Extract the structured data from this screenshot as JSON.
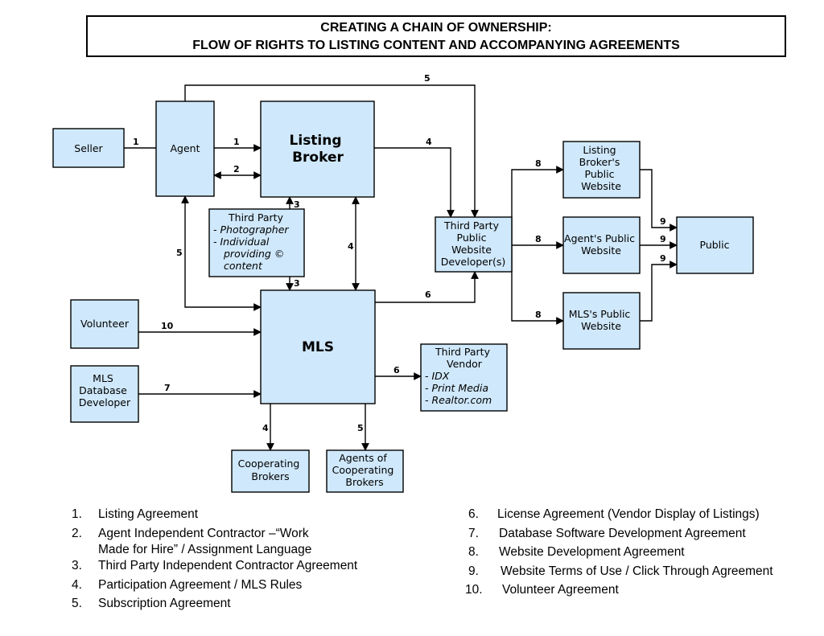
{
  "title": {
    "line1": "CREATING A CHAIN OF OWNERSHIP:",
    "line2": "FLOW OF RIGHTS TO LISTING CONTENT AND ACCOMPANYING AGREEMENTS"
  },
  "nodes": {
    "seller": [
      "Seller"
    ],
    "agent": [
      "Agent"
    ],
    "listing_broker": [
      "Listing",
      "Broker"
    ],
    "third_party_photo": {
      "heading": "Third Party",
      "items": [
        "-  Photographer",
        "-  Individual",
        "providing ©",
        "content"
      ]
    },
    "third_party_web_dev": [
      "Third Party",
      "Public",
      "Website",
      "Developer(s)"
    ],
    "listing_broker_site": [
      "Listing",
      "Broker's",
      "Public",
      "Website"
    ],
    "agent_site": [
      "Agent's Public",
      "Website"
    ],
    "mls_site": [
      "MLS's Public",
      "Website"
    ],
    "public": [
      "Public"
    ],
    "volunteer": [
      "Volunteer"
    ],
    "mls_db_dev": [
      "MLS",
      "Database",
      "Developer"
    ],
    "mls": [
      "MLS"
    ],
    "third_party_vendor": {
      "heading": [
        "Third Party",
        "Vendor"
      ],
      "items": [
        "- IDX",
        "- Print Media",
        "- Realtor.com"
      ]
    },
    "coop_brokers": [
      "Cooperating",
      "Brokers"
    ],
    "coop_agents": [
      "Agents of",
      "Cooperating",
      "Brokers"
    ]
  },
  "edge_labels": [
    "1",
    "1",
    "2",
    "3",
    "3",
    "4",
    "4",
    "4",
    "5",
    "5",
    "5",
    "6",
    "6",
    "7",
    "8",
    "8",
    "8",
    "9",
    "9",
    "9",
    "10"
  ],
  "legend_left": [
    {
      "num": "1.",
      "lines": [
        "Listing Agreement"
      ]
    },
    {
      "num": "2.",
      "lines": [
        "Agent Independent Contractor –“Work",
        "Made for Hire” / Assignment Language"
      ]
    },
    {
      "num": "3.",
      "lines": [
        "Third Party Independent Contractor Agreement"
      ]
    },
    {
      "num": "4.",
      "lines": [
        "Participation Agreement / MLS Rules"
      ]
    },
    {
      "num": "5.",
      "lines": [
        "Subscription Agreement"
      ]
    }
  ],
  "legend_right": [
    {
      "num": "6.",
      "lines": [
        "License Agreement (Vendor Display of Listings)"
      ]
    },
    {
      "num": "7.",
      "lines": [
        "Database Software Development Agreement"
      ]
    },
    {
      "num": "8.",
      "lines": [
        "Website Development Agreement"
      ]
    },
    {
      "num": "9.",
      "lines": [
        "Website Terms of Use / Click Through Agreement"
      ]
    },
    {
      "num": "10.",
      "lines": [
        "Volunteer Agreement"
      ]
    }
  ],
  "colors": {
    "box_fill": "#cfe8fb",
    "box_stroke": "#000000",
    "line": "#000000"
  }
}
